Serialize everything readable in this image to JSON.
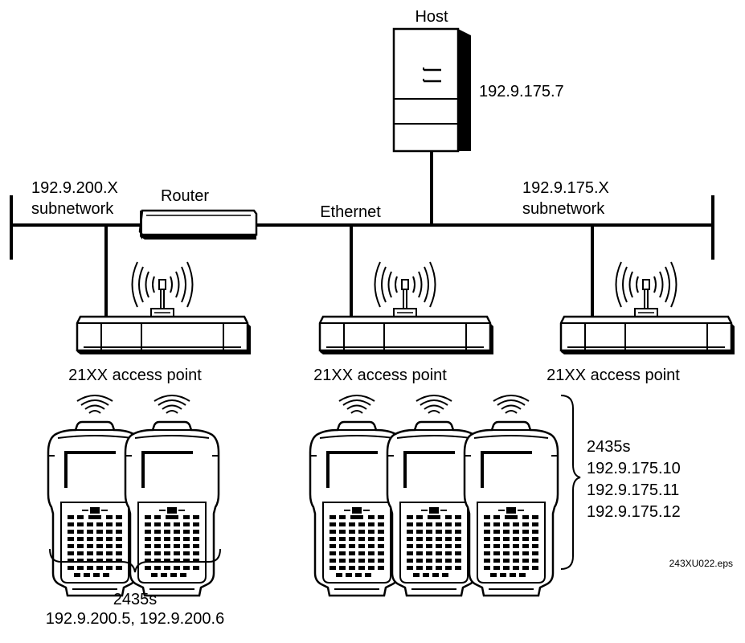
{
  "host": {
    "label": "Host",
    "ip": "192.9.175.7"
  },
  "router": {
    "label": "Router"
  },
  "ethernet": {
    "label": "Ethernet"
  },
  "subnet_left": {
    "line1": "192.9.200.X",
    "line2": "subnetwork"
  },
  "subnet_right": {
    "line1": "192.9.175.X",
    "line2": "subnetwork"
  },
  "access_points": [
    {
      "label": "21XX access point"
    },
    {
      "label": "21XX access point"
    },
    {
      "label": "21XX access point"
    }
  ],
  "group_left": {
    "title": "2435s",
    "ips": "192.9.200.5, 192.9.200.6",
    "count": 2
  },
  "group_right": {
    "title": "2435s",
    "ips": [
      "192.9.175.10",
      "192.9.175.11",
      "192.9.175.12"
    ],
    "count": 3
  },
  "file_label": "243XU022.eps"
}
